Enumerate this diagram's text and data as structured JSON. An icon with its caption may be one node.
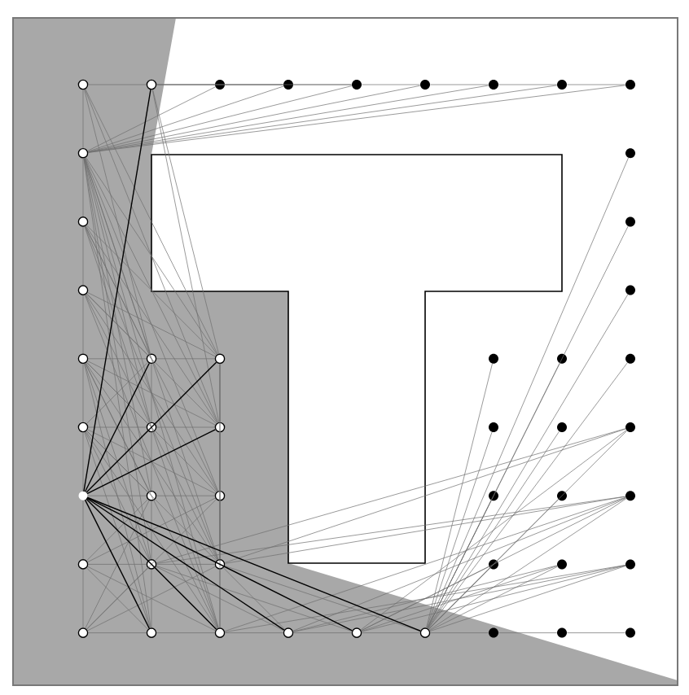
{
  "diagram": {
    "nodes": [
      {
        "text": [],
        "shape": "circle"
      },
      {
        "text": [],
        "shape": "circle"
      },
      {
        "text": [],
        "shape": "dot"
      },
      {
        "text": [],
        "shape": "dot"
      },
      {
        "text": [],
        "shape": "dot"
      },
      {
        "text": [],
        "shape": "dot"
      },
      {
        "text": [],
        "shape": "dot"
      },
      {
        "text": [],
        "shape": "dot"
      },
      {
        "text": [],
        "shape": "dot"
      },
      {
        "text": [],
        "shape": "circle"
      },
      {
        "text": [],
        "shape": "dot"
      },
      {
        "text": [],
        "shape": "circle"
      },
      {
        "text": [],
        "shape": "dot"
      },
      {
        "text": [],
        "shape": "circle"
      },
      {
        "text": [],
        "shape": "dot"
      },
      {
        "text": [],
        "shape": "circle"
      },
      {
        "text": [],
        "shape": "circle"
      },
      {
        "text": [],
        "shape": "circle"
      },
      {
        "text": [],
        "shape": "dot"
      },
      {
        "text": [],
        "shape": "dot"
      },
      {
        "text": [],
        "shape": "dot"
      },
      {
        "text": [],
        "shape": "circle"
      },
      {
        "text": [],
        "shape": "circle"
      },
      {
        "text": [],
        "shape": "circle"
      },
      {
        "text": [],
        "shape": "dot"
      },
      {
        "text": [],
        "shape": "dot"
      },
      {
        "text": [],
        "shape": "dot"
      },
      {
        "text": [],
        "shape": "point"
      },
      {
        "text": [],
        "shape": "circle"
      },
      {
        "text": [],
        "shape": "circle"
      },
      {
        "text": [],
        "shape": "dot"
      },
      {
        "text": [],
        "shape": "dot"
      },
      {
        "text": [],
        "shape": "dot"
      },
      {
        "text": [],
        "shape": "circle"
      },
      {
        "text": [],
        "shape": "circle"
      },
      {
        "text": [],
        "shape": "circle"
      },
      {
        "text": [],
        "shape": "dot"
      },
      {
        "text": [],
        "shape": "dot"
      },
      {
        "text": [],
        "shape": "dot"
      },
      {
        "text": [],
        "shape": "circle"
      },
      {
        "text": [],
        "shape": "circle"
      },
      {
        "text": [],
        "shape": "circle"
      },
      {
        "text": [],
        "shape": "circle"
      },
      {
        "text": [],
        "shape": "circle"
      },
      {
        "text": [],
        "shape": "circle"
      },
      {
        "text": [],
        "shape": "dot"
      },
      {
        "text": [],
        "shape": "dot"
      },
      {
        "text": [],
        "shape": "dot"
      }
    ],
    "edges": [
      {
        "from": 0,
        "to": 9,
        "arrow": "none"
      },
      {
        "from": 9,
        "to": 11,
        "arrow": "none"
      },
      {
        "from": 11,
        "to": 13,
        "arrow": "none"
      },
      {
        "from": 13,
        "to": 15,
        "arrow": "none"
      },
      {
        "from": 15,
        "to": 21,
        "arrow": "none"
      },
      {
        "from": 21,
        "to": 27,
        "arrow": "none"
      },
      {
        "from": 27,
        "to": 33,
        "arrow": "none"
      },
      {
        "from": 33,
        "to": 39,
        "arrow": "none"
      },
      {
        "from": 0,
        "to": 1,
        "arrow": "none"
      },
      {
        "from": 1,
        "to": 2,
        "arrow": "none"
      },
      {
        "from": 2,
        "to": 3,
        "arrow": "none"
      },
      {
        "from": 3,
        "to": 4,
        "arrow": "none"
      },
      {
        "from": 4,
        "to": 5,
        "arrow": "none"
      },
      {
        "from": 5,
        "to": 6,
        "arrow": "none"
      },
      {
        "from": 6,
        "to": 7,
        "arrow": "none"
      },
      {
        "from": 7,
        "to": 8,
        "arrow": "none"
      },
      {
        "from": 39,
        "to": 40,
        "arrow": "none"
      },
      {
        "from": 40,
        "to": 41,
        "arrow": "none"
      },
      {
        "from": 41,
        "to": 42,
        "arrow": "none"
      },
      {
        "from": 42,
        "to": 43,
        "arrow": "none"
      },
      {
        "from": 43,
        "to": 44,
        "arrow": "none"
      },
      {
        "from": 44,
        "to": 45,
        "arrow": "none"
      },
      {
        "from": 45,
        "to": 46,
        "arrow": "none"
      },
      {
        "from": 46,
        "to": 47,
        "arrow": "none"
      },
      {
        "from": 15,
        "to": 16,
        "arrow": "none"
      },
      {
        "from": 16,
        "to": 17,
        "arrow": "none"
      },
      {
        "from": 21,
        "to": 22,
        "arrow": "none"
      },
      {
        "from": 22,
        "to": 23,
        "arrow": "none"
      },
      {
        "from": 27,
        "to": 28,
        "arrow": "none"
      },
      {
        "from": 28,
        "to": 29,
        "arrow": "none"
      },
      {
        "from": 33,
        "to": 34,
        "arrow": "none"
      },
      {
        "from": 34,
        "to": 35,
        "arrow": "none"
      },
      {
        "from": 16,
        "to": 22,
        "arrow": "none"
      },
      {
        "from": 22,
        "to": 28,
        "arrow": "none"
      },
      {
        "from": 28,
        "to": 34,
        "arrow": "none"
      },
      {
        "from": 34,
        "to": 40,
        "arrow": "none"
      },
      {
        "from": 17,
        "to": 23,
        "arrow": "none"
      },
      {
        "from": 23,
        "to": 29,
        "arrow": "none"
      },
      {
        "from": 29,
        "to": 35,
        "arrow": "none"
      },
      {
        "from": 35,
        "to": 41,
        "arrow": "none"
      },
      {
        "from": 9,
        "to": 2,
        "arrow": "none"
      },
      {
        "from": 9,
        "to": 3,
        "arrow": "none"
      },
      {
        "from": 9,
        "to": 4,
        "arrow": "none"
      },
      {
        "from": 9,
        "to": 5,
        "arrow": "none"
      },
      {
        "from": 9,
        "to": 6,
        "arrow": "none"
      },
      {
        "from": 9,
        "to": 7,
        "arrow": "none"
      },
      {
        "from": 9,
        "to": 8,
        "arrow": "none"
      },
      {
        "from": 1,
        "to": 3,
        "arrow": "none"
      },
      {
        "from": 1,
        "to": 4,
        "arrow": "none"
      },
      {
        "from": 9,
        "to": 16,
        "arrow": "none"
      },
      {
        "from": 9,
        "to": 17,
        "arrow": "none"
      },
      {
        "from": 9,
        "to": 22,
        "arrow": "none"
      },
      {
        "from": 9,
        "to": 23,
        "arrow": "none"
      },
      {
        "from": 9,
        "to": 28,
        "arrow": "none"
      },
      {
        "from": 9,
        "to": 29,
        "arrow": "none"
      },
      {
        "from": 9,
        "to": 34,
        "arrow": "none"
      },
      {
        "from": 9,
        "to": 35,
        "arrow": "none"
      },
      {
        "from": 9,
        "to": 40,
        "arrow": "none"
      },
      {
        "from": 9,
        "to": 41,
        "arrow": "none"
      },
      {
        "from": 11,
        "to": 16,
        "arrow": "none"
      },
      {
        "from": 11,
        "to": 17,
        "arrow": "none"
      },
      {
        "from": 11,
        "to": 23,
        "arrow": "none"
      },
      {
        "from": 11,
        "to": 29,
        "arrow": "none"
      },
      {
        "from": 11,
        "to": 35,
        "arrow": "none"
      },
      {
        "from": 11,
        "to": 41,
        "arrow": "none"
      },
      {
        "from": 13,
        "to": 16,
        "arrow": "none"
      },
      {
        "from": 13,
        "to": 17,
        "arrow": "none"
      },
      {
        "from": 13,
        "to": 23,
        "arrow": "none"
      },
      {
        "from": 13,
        "to": 29,
        "arrow": "none"
      },
      {
        "from": 13,
        "to": 35,
        "arrow": "none"
      },
      {
        "from": 13,
        "to": 41,
        "arrow": "none"
      },
      {
        "from": 1,
        "to": 17,
        "arrow": "none"
      },
      {
        "from": 1,
        "to": 23,
        "arrow": "none"
      },
      {
        "from": 0,
        "to": 16,
        "arrow": "none"
      },
      {
        "from": 0,
        "to": 17,
        "arrow": "none"
      },
      {
        "from": 0,
        "to": 23,
        "arrow": "none"
      },
      {
        "from": 15,
        "to": 22,
        "arrow": "none"
      },
      {
        "from": 15,
        "to": 23,
        "arrow": "none"
      },
      {
        "from": 16,
        "to": 21,
        "arrow": "none"
      },
      {
        "from": 21,
        "to": 28,
        "arrow": "none"
      },
      {
        "from": 21,
        "to": 29,
        "arrow": "none"
      },
      {
        "from": 15,
        "to": 28,
        "arrow": "none"
      },
      {
        "from": 15,
        "to": 29,
        "arrow": "none"
      },
      {
        "from": 15,
        "to": 34,
        "arrow": "none"
      },
      {
        "from": 15,
        "to": 35,
        "arrow": "none"
      },
      {
        "from": 15,
        "to": 40,
        "arrow": "none"
      },
      {
        "from": 15,
        "to": 41,
        "arrow": "none"
      },
      {
        "from": 21,
        "to": 34,
        "arrow": "none"
      },
      {
        "from": 21,
        "to": 35,
        "arrow": "none"
      },
      {
        "from": 21,
        "to": 40,
        "arrow": "none"
      },
      {
        "from": 21,
        "to": 41,
        "arrow": "none"
      },
      {
        "from": 33,
        "to": 40,
        "arrow": "none"
      },
      {
        "from": 33,
        "to": 41,
        "arrow": "none"
      },
      {
        "from": 33,
        "to": 28,
        "arrow": "none"
      },
      {
        "from": 33,
        "to": 29,
        "arrow": "none"
      },
      {
        "from": 39,
        "to": 28,
        "arrow": "none"
      },
      {
        "from": 39,
        "to": 29,
        "arrow": "none"
      },
      {
        "from": 39,
        "to": 34,
        "arrow": "none"
      },
      {
        "from": 39,
        "to": 35,
        "arrow": "none"
      },
      {
        "from": 34,
        "to": 42,
        "arrow": "none"
      },
      {
        "from": 34,
        "to": 43,
        "arrow": "none"
      },
      {
        "from": 35,
        "to": 42,
        "arrow": "none"
      },
      {
        "from": 35,
        "to": 44,
        "arrow": "none"
      },
      {
        "from": 17,
        "to": 29,
        "arrow": "none"
      },
      {
        "from": 17,
        "to": 35,
        "arrow": "none"
      },
      {
        "from": 23,
        "to": 35,
        "arrow": "none"
      },
      {
        "from": 23,
        "to": 41,
        "arrow": "none"
      },
      {
        "from": 44,
        "to": 10,
        "arrow": "none"
      },
      {
        "from": 44,
        "to": 12,
        "arrow": "none"
      },
      {
        "from": 44,
        "to": 14,
        "arrow": "none"
      },
      {
        "from": 44,
        "to": 18,
        "arrow": "none"
      },
      {
        "from": 44,
        "to": 19,
        "arrow": "none"
      },
      {
        "from": 44,
        "to": 20,
        "arrow": "none"
      },
      {
        "from": 44,
        "to": 24,
        "arrow": "none"
      },
      {
        "from": 44,
        "to": 25,
        "arrow": "none"
      },
      {
        "from": 44,
        "to": 26,
        "arrow": "none"
      },
      {
        "from": 44,
        "to": 30,
        "arrow": "none"
      },
      {
        "from": 44,
        "to": 31,
        "arrow": "none"
      },
      {
        "from": 44,
        "to": 32,
        "arrow": "none"
      },
      {
        "from": 44,
        "to": 36,
        "arrow": "none"
      },
      {
        "from": 44,
        "to": 37,
        "arrow": "none"
      },
      {
        "from": 44,
        "to": 38,
        "arrow": "none"
      },
      {
        "from": 43,
        "to": 36,
        "arrow": "none"
      },
      {
        "from": 43,
        "to": 37,
        "arrow": "none"
      },
      {
        "from": 43,
        "to": 38,
        "arrow": "none"
      },
      {
        "from": 43,
        "to": 32,
        "arrow": "none"
      },
      {
        "from": 43,
        "to": 26,
        "arrow": "none"
      },
      {
        "from": 42,
        "to": 37,
        "arrow": "none"
      },
      {
        "from": 42,
        "to": 38,
        "arrow": "none"
      },
      {
        "from": 42,
        "to": 32,
        "arrow": "none"
      },
      {
        "from": 41,
        "to": 38,
        "arrow": "none"
      },
      {
        "from": 41,
        "to": 32,
        "arrow": "none"
      },
      {
        "from": 35,
        "to": 32,
        "arrow": "none"
      },
      {
        "from": 35,
        "to": 26,
        "arrow": "none"
      },
      {
        "from": 34,
        "to": 32,
        "arrow": "none"
      },
      {
        "from": 34,
        "to": 26,
        "arrow": "none"
      },
      {
        "from": 27,
        "to": 1,
        "arrow": "none",
        "color": "#000000"
      },
      {
        "from": 27,
        "to": 16,
        "arrow": "none",
        "color": "#000000"
      },
      {
        "from": 27,
        "to": 17,
        "arrow": "none",
        "color": "#000000"
      },
      {
        "from": 27,
        "to": 23,
        "arrow": "none",
        "color": "#000000"
      },
      {
        "from": 27,
        "to": 40,
        "arrow": "none",
        "color": "#000000"
      },
      {
        "from": 27,
        "to": 41,
        "arrow": "none",
        "color": "#000000"
      },
      {
        "from": 27,
        "to": 42,
        "arrow": "none",
        "color": "#000000"
      },
      {
        "from": 27,
        "to": 43,
        "arrow": "none",
        "color": "#000000"
      },
      {
        "from": 27,
        "to": 44,
        "arrow": "none",
        "color": "#000000"
      }
    ]
  }
}
